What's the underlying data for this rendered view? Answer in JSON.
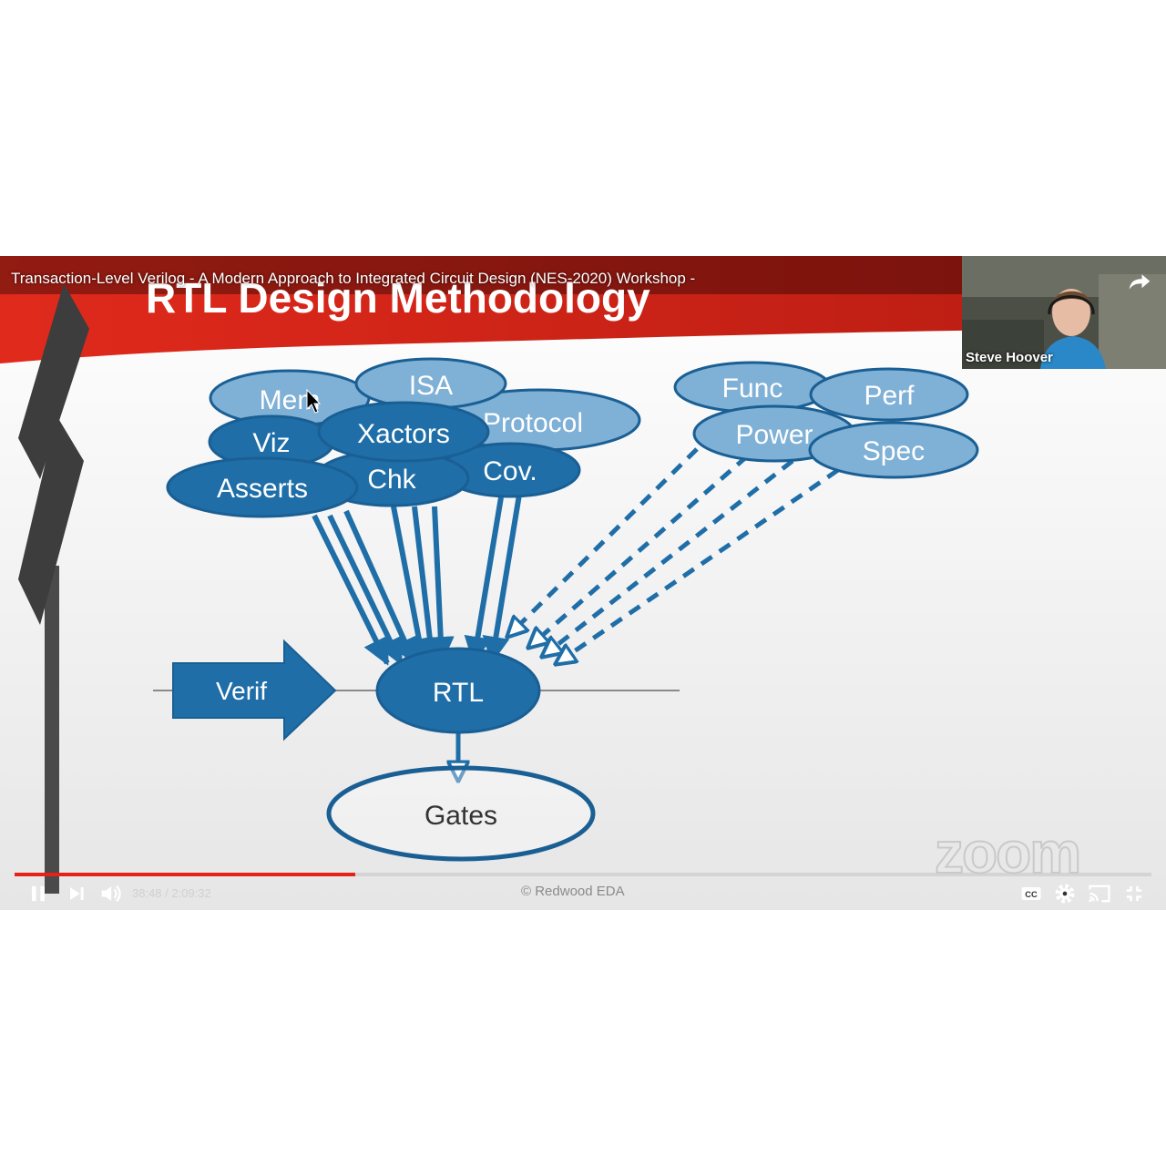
{
  "video": {
    "title": "Transaction-Level Verilog - A Modern Approach to Integrated Circuit Design (NES-2020) Workshop -",
    "current_time": "38:48",
    "time_separator": " / ",
    "duration": "2:09:32",
    "progress_fraction": 0.3,
    "accent_color": "#e62117"
  },
  "webcam": {
    "name": "Steve Hoover"
  },
  "watermark": "zoom",
  "slide": {
    "title": "RTL Design Methodology",
    "copyright": "© Redwood EDA",
    "colors": {
      "header_red": "#d42418",
      "node_fill": "#1f6ea8",
      "node_light": "#7fb0d6",
      "outline": "#1a5f94"
    },
    "verif_nodes": {
      "mem": "Mem",
      "isa": "ISA",
      "protocol": "Protocol",
      "viz": "Viz",
      "xactors": "Xactors",
      "asserts": "Asserts",
      "chk": "Chk",
      "cov": "Cov."
    },
    "spec_nodes": {
      "func": "Func",
      "perf": "Perf",
      "power": "Power",
      "spec": "Spec"
    },
    "verif_arrow": "Verif",
    "rtl": "RTL",
    "gates": "Gates"
  },
  "icons": [
    "share-icon",
    "pause-icon",
    "next-icon",
    "volume-icon",
    "cc-icon",
    "gear-icon",
    "cast-icon",
    "exit-fullscreen-icon",
    "mouse-pointer-icon"
  ]
}
